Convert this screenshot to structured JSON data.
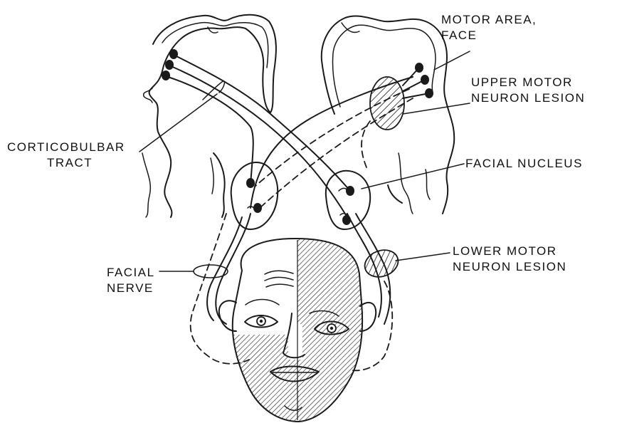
{
  "colors": {
    "ink": "#1a1a1a",
    "background": "#ffffff"
  },
  "labels": {
    "motor_area": [
      "MOTOR AREA,",
      "FACE"
    ],
    "upper_motor_lesion": [
      "UPPER MOTOR",
      "NEURON LESION"
    ],
    "corticobulbar": [
      "CORTICOBULBAR",
      "TRACT"
    ],
    "facial_nucleus": [
      "FACIAL NUCLEUS"
    ],
    "facial_nerve": [
      "FACIAL",
      "NERVE"
    ],
    "lower_motor_lesion": [
      "LOWER MOTOR",
      "NEURON LESION"
    ]
  }
}
